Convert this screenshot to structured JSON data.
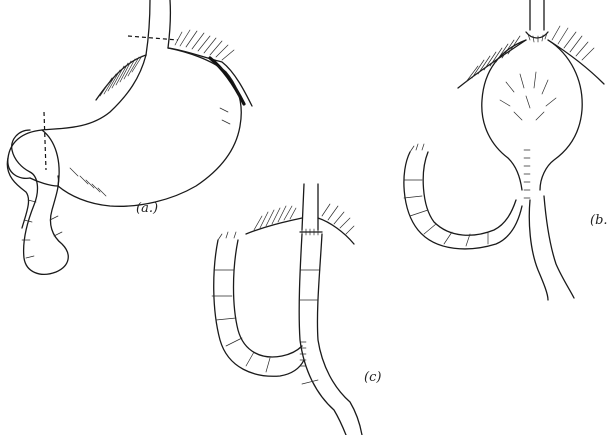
{
  "figure": {
    "panels": [
      {
        "id": "a",
        "label": "(a.)"
      },
      {
        "id": "b",
        "label": "(b."
      },
      {
        "id": "c",
        "label": "(c)"
      }
    ]
  },
  "colors": {
    "ink": "#1a1a1a",
    "background": "#ffffff"
  }
}
